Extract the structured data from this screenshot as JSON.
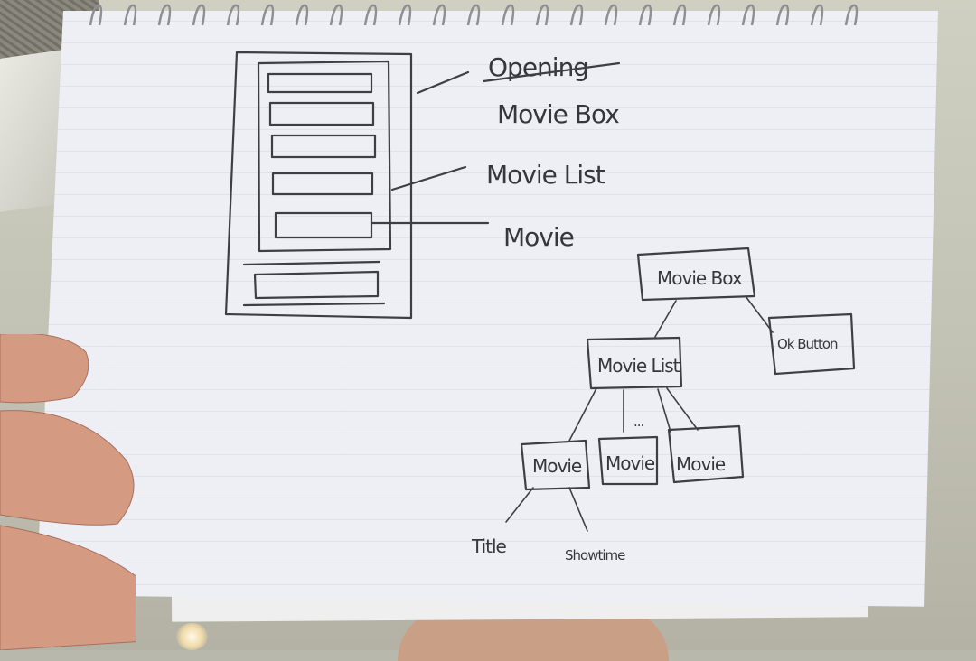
{
  "wireframe_labels": {
    "opening_struck": "Opening",
    "movie_box": "Movie Box",
    "movie_list": "Movie List",
    "movie": "Movie"
  },
  "tree": {
    "root": "Movie Box",
    "button": "Ok Button",
    "list": "Movie List",
    "children": [
      "Movie",
      "Movie",
      "Movie"
    ],
    "ellipsis": "...",
    "leaves": [
      "Title",
      "Showtime"
    ]
  },
  "colors": {
    "ink": "#3d3f45",
    "paper": "#eeeff4"
  }
}
